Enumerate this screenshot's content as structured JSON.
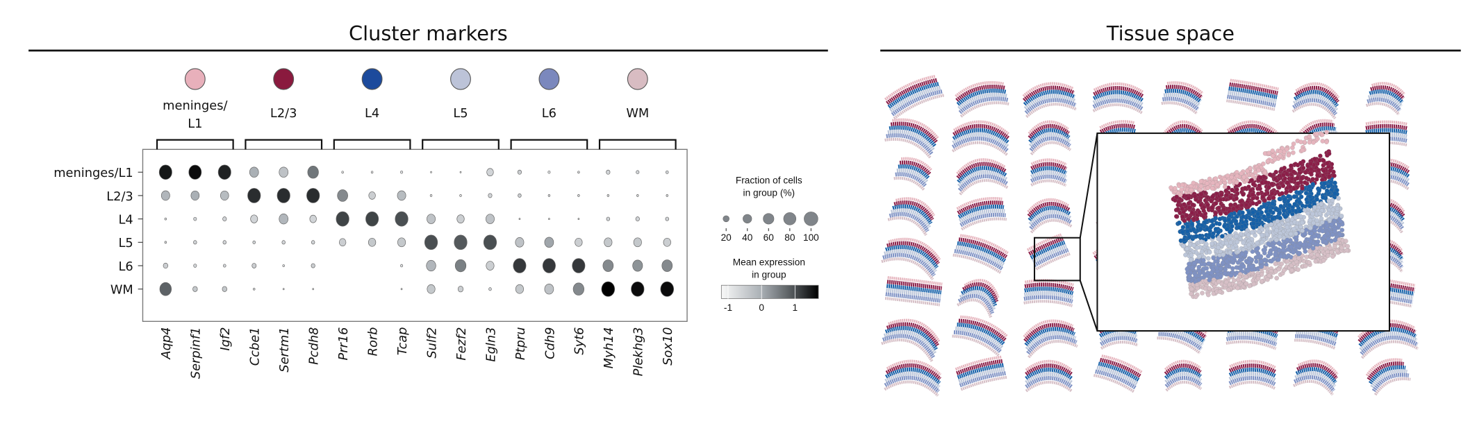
{
  "left_panel": {
    "title": "Cluster markers"
  },
  "right_panel": {
    "title": "Tissue space"
  },
  "clusters": [
    {
      "label_line1": "meninges/",
      "label_line2": "L1",
      "color": "#e8b0bb"
    },
    {
      "label_line1": "L2/3",
      "label_line2": "",
      "color": "#8a1a3e"
    },
    {
      "label_line1": "L4",
      "label_line2": "",
      "color": "#1c4a9c"
    },
    {
      "label_line1": "L5",
      "label_line2": "",
      "color": "#bcc3d8"
    },
    {
      "label_line1": "L6",
      "label_line2": "",
      "color": "#7b88bd"
    },
    {
      "label_line1": "WM",
      "label_line2": "",
      "color": "#d8bcc2"
    }
  ],
  "tissue_colors": [
    "#e6b5be",
    "#8b1e48",
    "#1560a8",
    "#bcc6d9",
    "#7f92c4",
    "#d6bfc6"
  ],
  "chart_data": {
    "type": "dotplot",
    "title": "Cluster markers",
    "rows": [
      "meninges/L1",
      "L2/3",
      "L4",
      "L5",
      "L6",
      "WM"
    ],
    "genes": [
      "Aqp4",
      "Serpinf1",
      "Igf2",
      "Ccbe1",
      "Sertm1",
      "Pcdh8",
      "Prr16",
      "Rorb",
      "Tcap",
      "Sulf2",
      "Fezf2",
      "Egln3",
      "Ptpru",
      "Cdh9",
      "Syt6",
      "Myh14",
      "Plekhg3",
      "Sox10"
    ],
    "gene_groups": [
      "meninges/L1",
      "L2/3",
      "L4",
      "L5",
      "L6",
      "WM"
    ],
    "fraction_pct": [
      [
        90,
        88,
        90,
        45,
        45,
        65,
        2,
        2,
        3,
        1,
        1,
        25,
        8,
        3,
        2,
        8,
        5,
        4
      ],
      [
        40,
        38,
        38,
        92,
        92,
        92,
        60,
        25,
        40,
        2,
        2,
        8,
        6,
        2,
        2,
        2,
        2,
        2
      ],
      [
        2,
        5,
        8,
        28,
        45,
        25,
        92,
        90,
        92,
        40,
        30,
        40,
        1,
        1,
        1,
        6,
        8,
        6
      ],
      [
        2,
        6,
        6,
        4,
        6,
        6,
        25,
        30,
        35,
        92,
        92,
        92,
        40,
        45,
        30,
        35,
        35,
        30
      ],
      [
        12,
        5,
        4,
        10,
        2,
        8,
        0,
        0,
        3,
        50,
        65,
        35,
        90,
        90,
        90,
        60,
        55,
        60
      ],
      [
        75,
        12,
        12,
        2,
        1,
        1,
        0,
        0,
        1,
        35,
        15,
        4,
        35,
        45,
        65,
        95,
        92,
        95
      ]
    ],
    "mean_expression": [
      [
        1.5,
        1.6,
        1.4,
        0,
        -0.3,
        0.6,
        -1,
        -1,
        -0.8,
        -1,
        -1,
        -0.6,
        -0.5,
        -0.8,
        -0.8,
        -0.6,
        -0.6,
        -0.6
      ],
      [
        -0.1,
        0,
        -0.2,
        1.3,
        1.3,
        1.3,
        0.4,
        -0.5,
        -0.2,
        -1,
        -1,
        -0.6,
        -0.5,
        -0.8,
        -0.8,
        -0.8,
        -0.8,
        -0.8
      ],
      [
        -0.8,
        -0.6,
        -0.6,
        -0.6,
        -0.1,
        -0.6,
        1.1,
        1.1,
        1.0,
        -0.3,
        -0.5,
        -0.3,
        -1,
        -1,
        -1,
        -0.6,
        -0.6,
        -0.6
      ],
      [
        -0.8,
        -0.6,
        -0.6,
        -0.6,
        -0.6,
        -0.6,
        -0.5,
        -0.4,
        -0.4,
        1.0,
        0.9,
        1.0,
        -0.3,
        0.1,
        -0.5,
        -0.4,
        -0.4,
        -0.5
      ],
      [
        -0.5,
        -0.6,
        -0.6,
        -0.5,
        -0.8,
        -0.5,
        -1,
        -1,
        -0.8,
        -0.1,
        0.5,
        -0.5,
        1.2,
        1.2,
        1.2,
        0.4,
        0.3,
        0.4
      ],
      [
        0.8,
        -0.4,
        -0.4,
        -0.8,
        -1,
        -1,
        -1,
        -1,
        -1,
        -0.4,
        -0.5,
        -0.6,
        -0.4,
        -0.3,
        0.4,
        1.7,
        1.6,
        1.6
      ]
    ],
    "size_legend": {
      "title_line1": "Fraction of cells",
      "title_line2": "in group (%)",
      "values": [
        20,
        40,
        60,
        80,
        100
      ],
      "labels": [
        "20",
        "40",
        "60",
        "80",
        "100"
      ]
    },
    "color_legend": {
      "title_line1": "Mean expression",
      "title_line2": "in group",
      "range": [
        -1.2,
        1.7
      ],
      "ticks": [
        -1,
        0,
        1
      ],
      "tick_labels": [
        "-1",
        "0",
        "1"
      ]
    }
  }
}
